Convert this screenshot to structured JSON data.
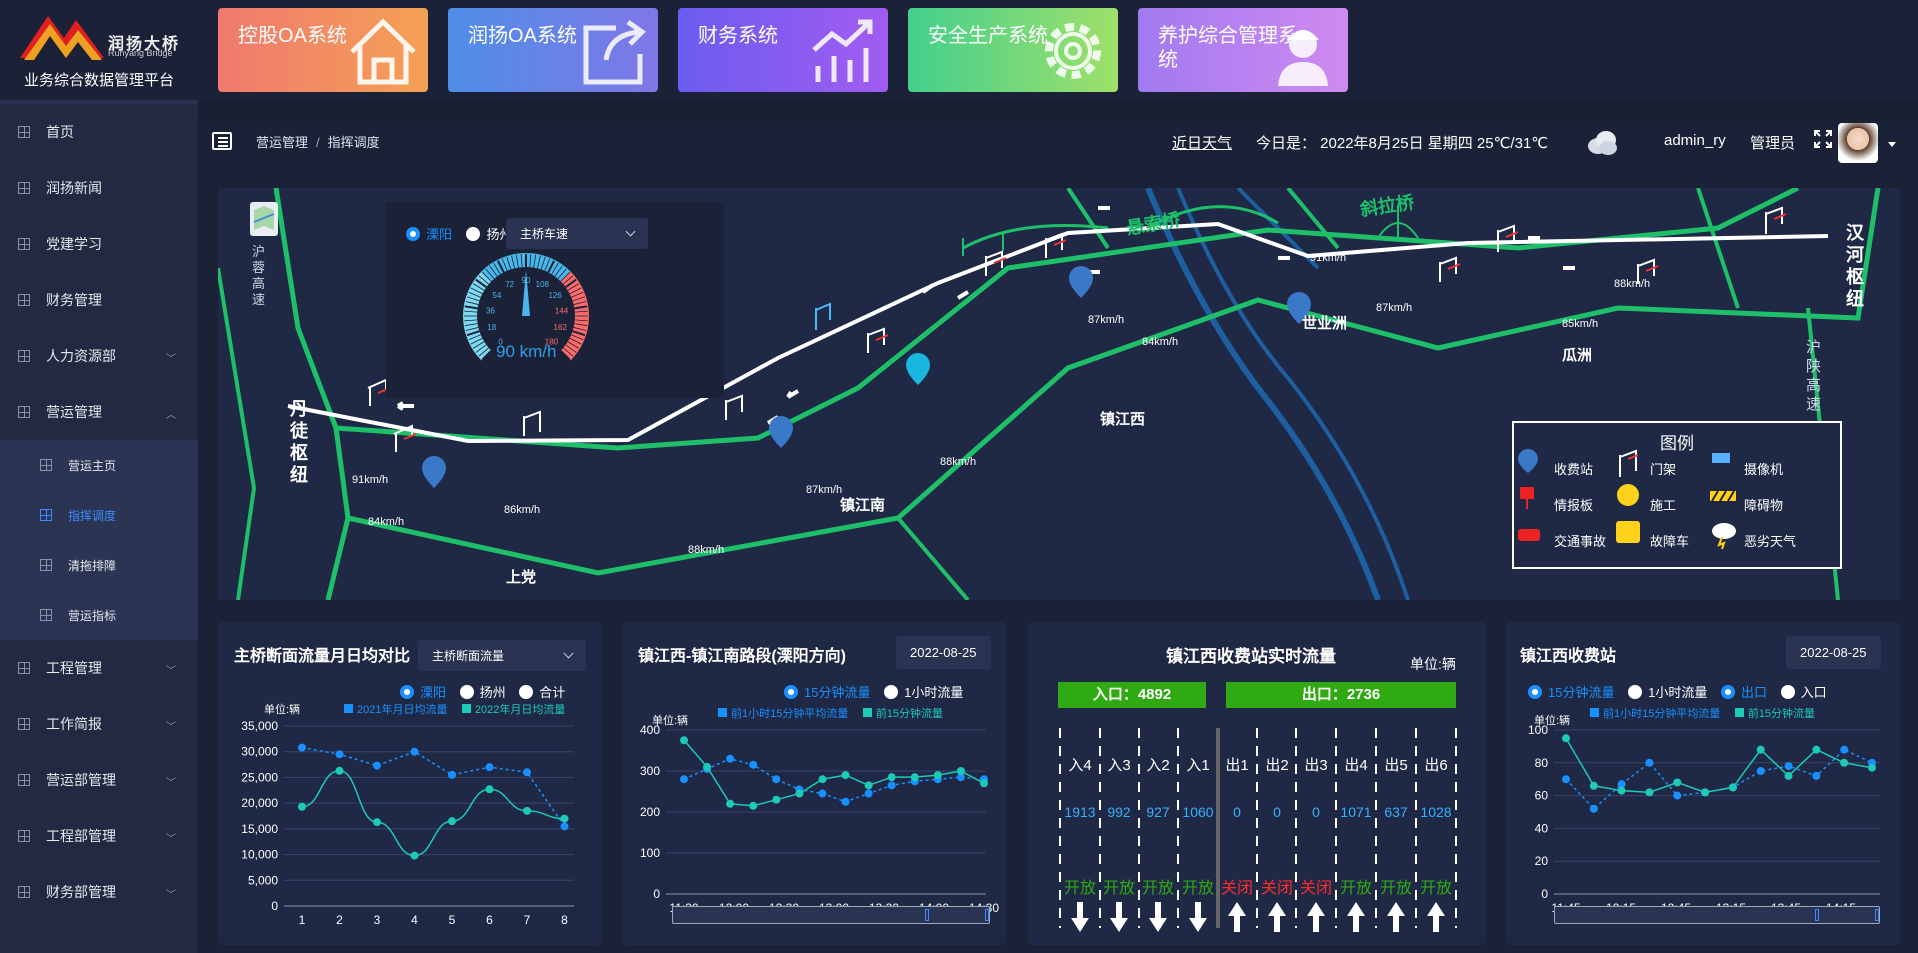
{
  "brand": {
    "name": "润扬大桥",
    "name_en": "Runyang Bridge",
    "platform": "业务综合数据管理平台"
  },
  "systems": [
    {
      "label": "控股OA系统",
      "icon": "house-icon",
      "color_from": "#f07a6e",
      "color_to": "#f4a055"
    },
    {
      "label": "润扬OA系统",
      "icon": "share-icon",
      "color_from": "#4f8ee8",
      "color_to": "#7f77e8"
    },
    {
      "label": "财务系统",
      "icon": "chart-up-icon",
      "color_from": "#6b5cf0",
      "color_to": "#a25cf0"
    },
    {
      "label": "安全生产系统",
      "icon": "gear-icon",
      "color_from": "#44cf8d",
      "color_to": "#9fe06a"
    },
    {
      "label": "养护综合管理系统",
      "icon": "worker-icon",
      "color_from": "#a17af0",
      "color_to": "#cf8af0"
    }
  ],
  "menu": {
    "items": [
      {
        "label": "首页"
      },
      {
        "label": "润扬新闻"
      },
      {
        "label": "党建学习"
      },
      {
        "label": "财务管理"
      },
      {
        "label": "人力资源部",
        "chev": "﹀"
      },
      {
        "label": "营运管理",
        "chev": "︿"
      }
    ],
    "sub": [
      {
        "label": "营运主页"
      },
      {
        "label": "指挥调度"
      },
      {
        "label": "清拖排障"
      },
      {
        "label": "营运指标"
      }
    ],
    "items2": [
      {
        "label": "工程管理",
        "chev": "﹀"
      },
      {
        "label": "工作简报",
        "chev": "﹀"
      },
      {
        "label": "营运部管理",
        "chev": "﹀"
      },
      {
        "label": "工程部管理",
        "chev": "﹀"
      },
      {
        "label": "财务部管理",
        "chev": "﹀"
      }
    ]
  },
  "header": {
    "crumb1": "营运管理",
    "crumb_sep": "/",
    "crumb2": "指挥调度",
    "weather_link": "近日天气",
    "today": "今日是：  2022年8月25日   星期四   25℃/31℃",
    "user": "admin_ry",
    "role": "管理员"
  },
  "map": {
    "radio1": "溧阳",
    "radio2": "扬州",
    "select": "主桥车速",
    "gauge": {
      "value": 90,
      "unit": "km/h",
      "readout": "90 km/h",
      "ticks": [
        "0",
        "18",
        "36",
        "54",
        "72",
        "90",
        "108",
        "126",
        "144",
        "162",
        "180"
      ]
    },
    "places": {
      "danxu": "丹徒枢纽",
      "hanhe": "汉河枢纽",
      "hurong": "沪蓉高速",
      "hushaan": "沪陕高速",
      "xuansuo": "悬索桥",
      "xiela": "斜拉桥"
    },
    "stations": [
      "上党",
      "镇江南",
      "镇江西",
      "世业洲",
      "瓜洲"
    ],
    "speeds": [
      "91km/h",
      "84km/h",
      "86km/h",
      "88km/h",
      "87km/h",
      "88km/h",
      "87km/h",
      "84km/h",
      "91km/h",
      "87km/h",
      "88km/h",
      "85km/h"
    ],
    "legend": {
      "title": "图例",
      "items": [
        "收费站",
        "门架",
        "摄像机",
        "情报板",
        "施工",
        "障碍物",
        "交通事故",
        "故障车",
        "恶劣天气"
      ]
    }
  },
  "panel1": {
    "title": "主桥断面流量月日均对比",
    "select": "主桥断面流量",
    "radios": [
      "溧阳",
      "扬州",
      "合计"
    ],
    "unit": "单位:辆",
    "legend": [
      "2021年月日均流量",
      "2022年月日均流量"
    ]
  },
  "panel2": {
    "title": "镇江西-镇江南路段(溧阳方向)",
    "date": "2022-08-25",
    "radios": [
      "15分钟流量",
      "1小时流量"
    ],
    "unit": "单位:辆",
    "legend": [
      "前1小时15分钟平均流量",
      "前15分钟流量"
    ]
  },
  "panel3": {
    "title": "镇江西收费站实时流量",
    "unit": "单位:辆",
    "entry": "入口：4892",
    "exit": "出口：2736",
    "lanes": [
      {
        "n": "入4",
        "v": "1913",
        "s": "开放",
        "open": true,
        "dir": "down"
      },
      {
        "n": "入3",
        "v": "992",
        "s": "开放",
        "open": true,
        "dir": "down"
      },
      {
        "n": "入2",
        "v": "927",
        "s": "开放",
        "open": true,
        "dir": "down"
      },
      {
        "n": "入1",
        "v": "1060",
        "s": "开放",
        "open": true,
        "dir": "down"
      },
      {
        "n": "出1",
        "v": "0",
        "s": "关闭",
        "open": false,
        "dir": "up"
      },
      {
        "n": "出2",
        "v": "0",
        "s": "关闭",
        "open": false,
        "dir": "up"
      },
      {
        "n": "出3",
        "v": "0",
        "s": "关闭",
        "open": false,
        "dir": "up"
      },
      {
        "n": "出4",
        "v": "1071",
        "s": "开放",
        "open": true,
        "dir": "up"
      },
      {
        "n": "出5",
        "v": "637",
        "s": "开放",
        "open": true,
        "dir": "up"
      },
      {
        "n": "出6",
        "v": "1028",
        "s": "开放",
        "open": true,
        "dir": "up"
      }
    ]
  },
  "panel4": {
    "title": "镇江西收费站",
    "date": "2022-08-25",
    "radios": [
      "15分钟流量",
      "1小时流量",
      "出口",
      "入口"
    ],
    "unit": "单位:辆",
    "legend": [
      "前1小时15分钟平均流量",
      "前15分钟流量"
    ]
  },
  "colors": {
    "blue": "#1890ff",
    "teal": "#1dc9b7",
    "green": "#2faa12",
    "red": "#ff2a2a"
  },
  "chart_data": [
    {
      "type": "line",
      "title": "主桥断面流量月日均对比",
      "x": [
        1,
        2,
        3,
        4,
        5,
        6,
        7,
        8
      ],
      "ylim": [
        0,
        35000
      ],
      "yticks": [
        "0",
        "5,000",
        "10,000",
        "15,000",
        "20,000",
        "25,000",
        "30,000",
        "35,000"
      ],
      "series": [
        {
          "name": "2021年月日均流量",
          "values": [
            30800,
            29500,
            27300,
            30000,
            25500,
            27000,
            26000,
            15500
          ]
        },
        {
          "name": "2022年月日均流量",
          "values": [
            19300,
            26300,
            16300,
            9800,
            16500,
            22700,
            18500,
            17000
          ]
        }
      ]
    },
    {
      "type": "line",
      "title": "镇江西-镇江南路段(溧阳方向)",
      "x": [
        "11:30",
        "12:00",
        "12:30",
        "13:00",
        "13:30",
        "14:00",
        "14:30"
      ],
      "ylim": [
        0,
        400
      ],
      "yticks": [
        "0",
        "100",
        "200",
        "300",
        "400"
      ],
      "series": [
        {
          "name": "前1小时15分钟平均流量",
          "values": [
            280,
            305,
            330,
            315,
            280,
            255,
            245,
            225,
            245,
            265,
            275,
            280,
            285,
            280
          ]
        },
        {
          "name": "前15分钟流量",
          "values": [
            375,
            310,
            220,
            215,
            230,
            245,
            280,
            290,
            265,
            285,
            285,
            290,
            300,
            270
          ]
        }
      ]
    },
    {
      "type": "line",
      "title": "镇江西收费站",
      "x": [
        "11:45",
        "12:15",
        "12:45",
        "13:15",
        "13:45",
        "14:15"
      ],
      "ylim": [
        0,
        100
      ],
      "yticks": [
        "0",
        "20",
        "40",
        "60",
        "80",
        "100"
      ],
      "series": [
        {
          "name": "前1小时15分钟平均流量",
          "values": [
            70,
            52,
            67,
            80,
            60,
            62,
            65,
            75,
            78,
            72,
            88,
            80
          ]
        },
        {
          "name": "前15分钟流量",
          "values": [
            95,
            66,
            63,
            62,
            68,
            62,
            65,
            88,
            72,
            88,
            80,
            77
          ]
        }
      ]
    }
  ]
}
